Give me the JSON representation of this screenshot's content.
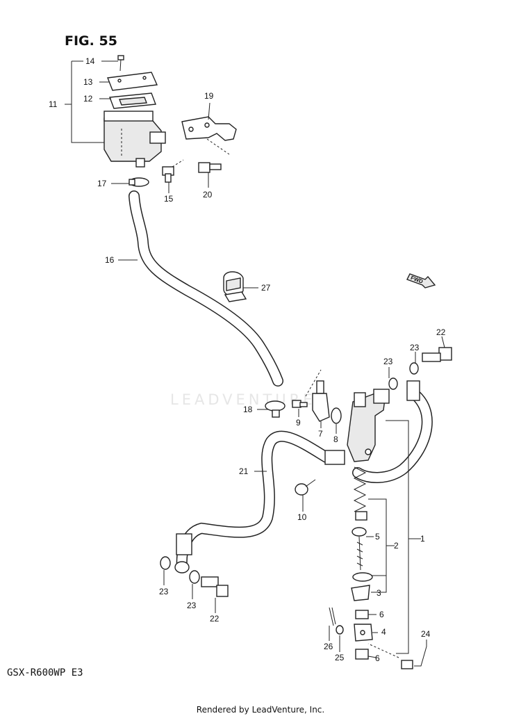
{
  "header": {
    "figure_label": "FIG. 55"
  },
  "footer": {
    "model_code": "GSX-R600WP  E3",
    "rendered_by": "Rendered by LeadVenture, Inc."
  },
  "watermark": {
    "text": "LEADVENTURE"
  },
  "direction_marker": {
    "text": "FWD"
  },
  "callouts": [
    "1",
    "2",
    "3",
    "4",
    "5",
    "6",
    "6",
    "7",
    "8",
    "9",
    "10",
    "11",
    "12",
    "13",
    "14",
    "15",
    "16",
    "17",
    "18",
    "19",
    "20",
    "21",
    "22",
    "22",
    "23",
    "23",
    "23",
    "23",
    "24",
    "25",
    "26",
    "27"
  ]
}
